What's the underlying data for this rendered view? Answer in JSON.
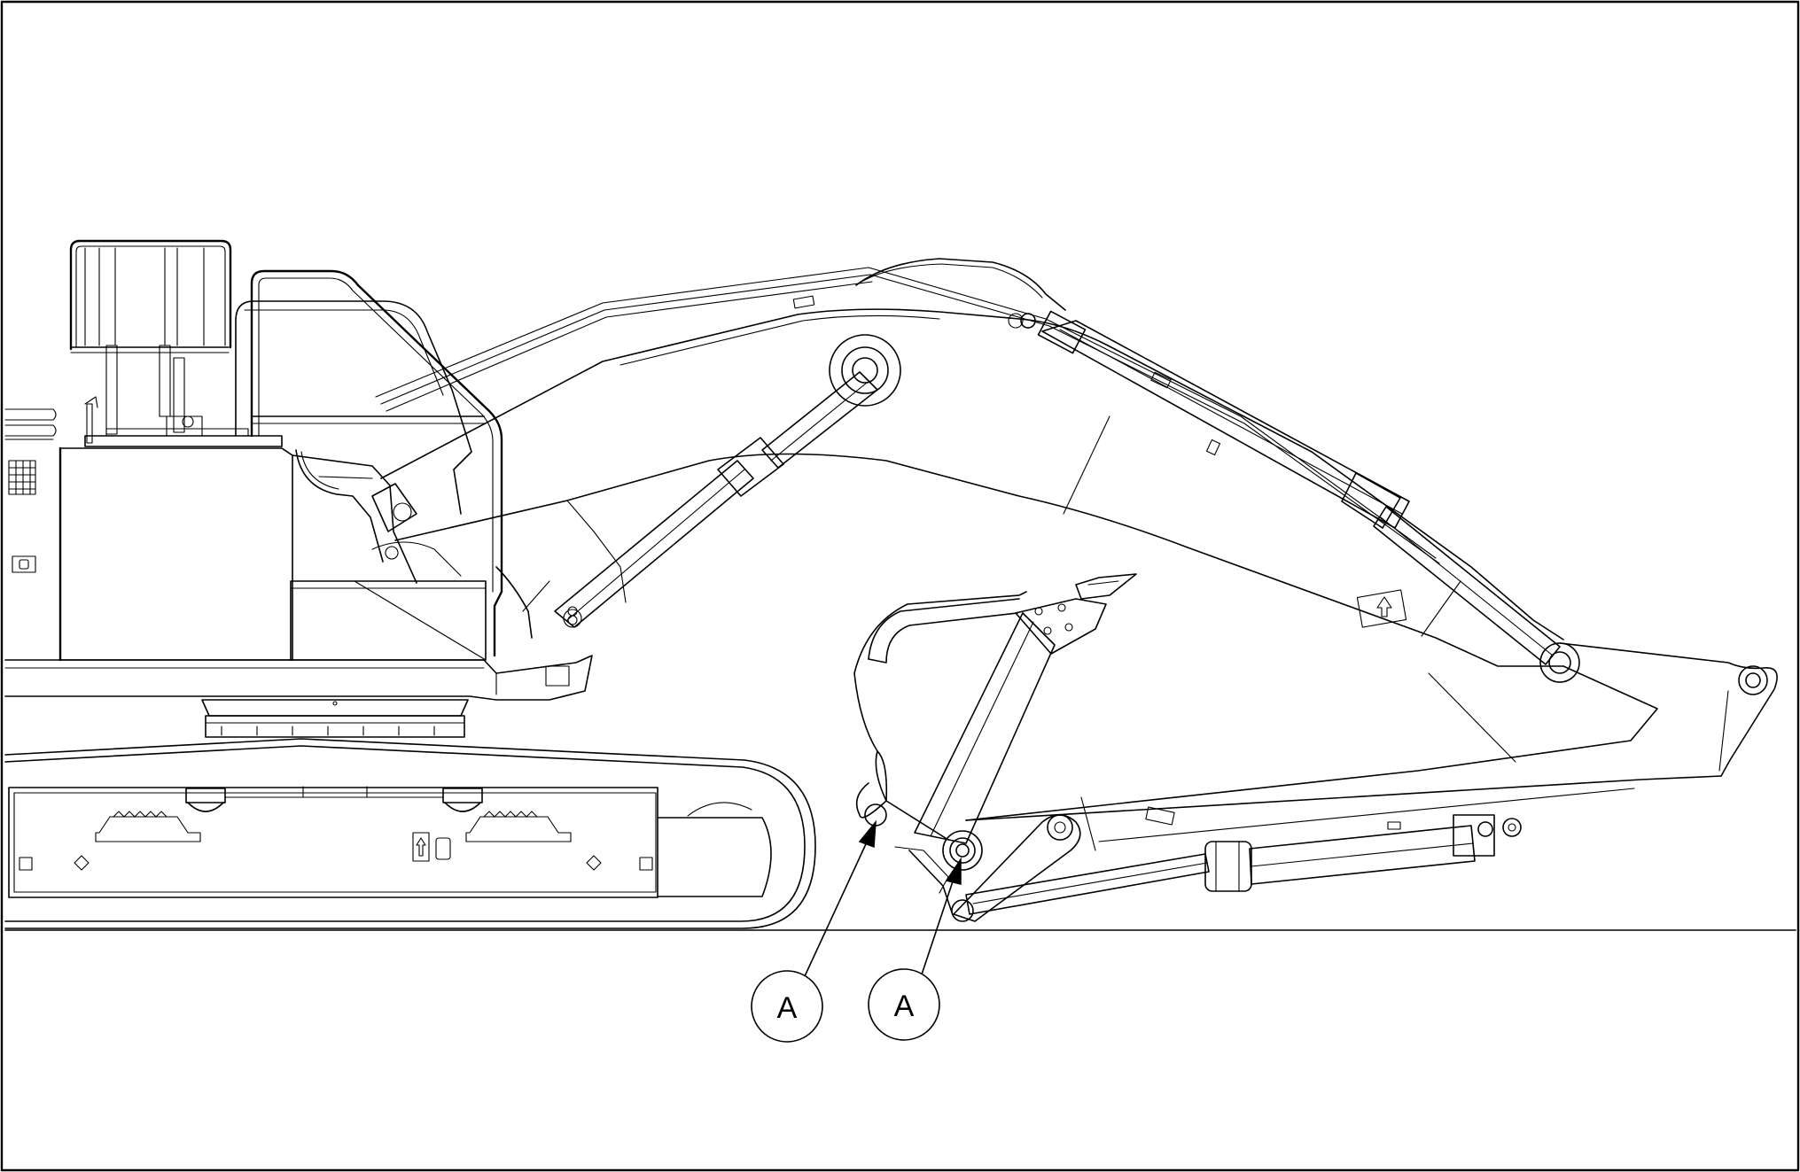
{
  "figure": {
    "callouts": [
      {
        "id": "callout-1",
        "label": "A"
      },
      {
        "id": "callout-2",
        "label": "A"
      }
    ]
  },
  "colors": {
    "line": "#000000",
    "background": "#ffffff"
  }
}
